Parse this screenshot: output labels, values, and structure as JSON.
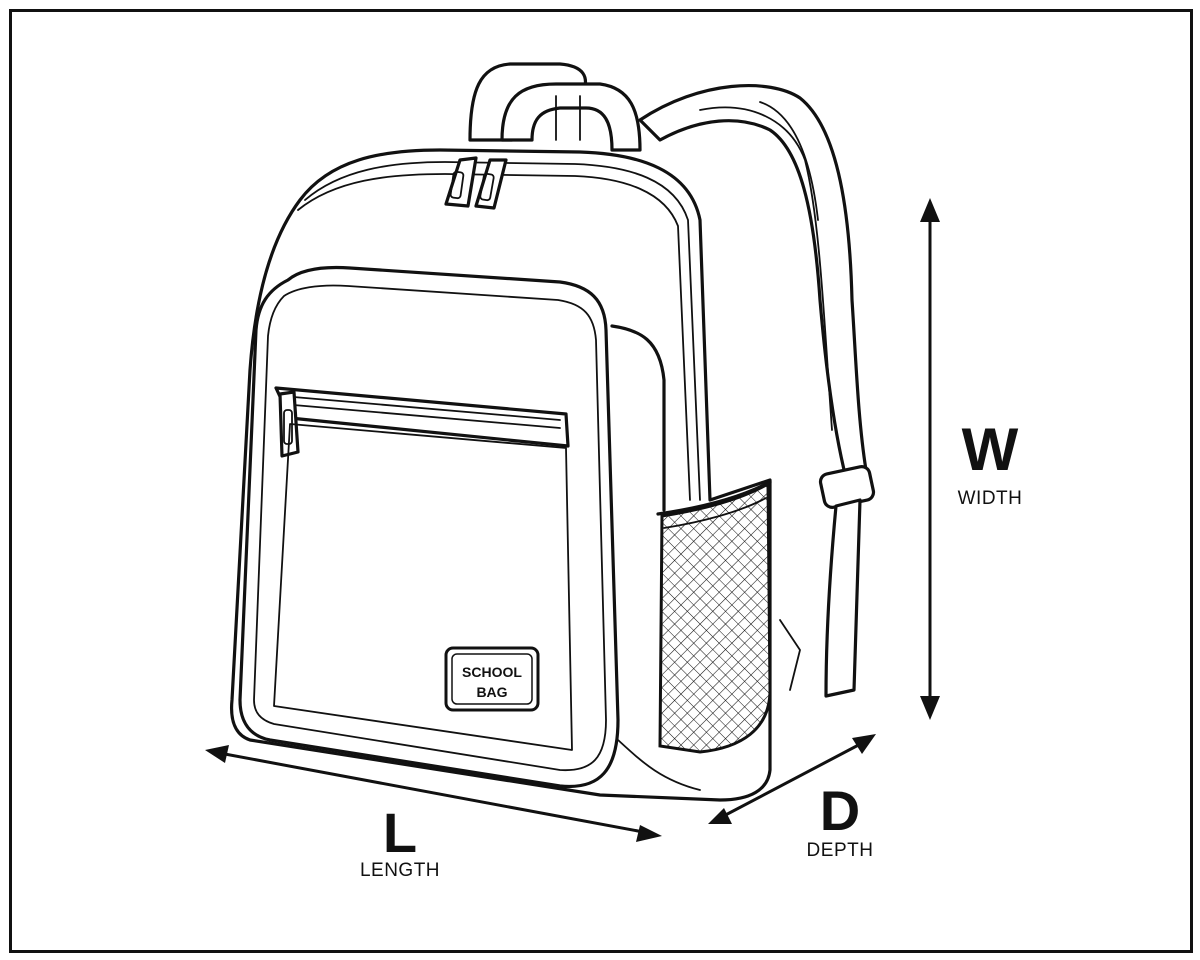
{
  "label_patch": {
    "line1": "SCHOOL",
    "line2": "BAG"
  },
  "dimensions": {
    "width": {
      "letter": "W",
      "word": "WIDTH"
    },
    "length": {
      "letter": "L",
      "word": "LENGTH"
    },
    "depth": {
      "letter": "D",
      "word": "DEPTH"
    }
  },
  "colors": {
    "line": "#111111",
    "background": "#ffffff"
  }
}
